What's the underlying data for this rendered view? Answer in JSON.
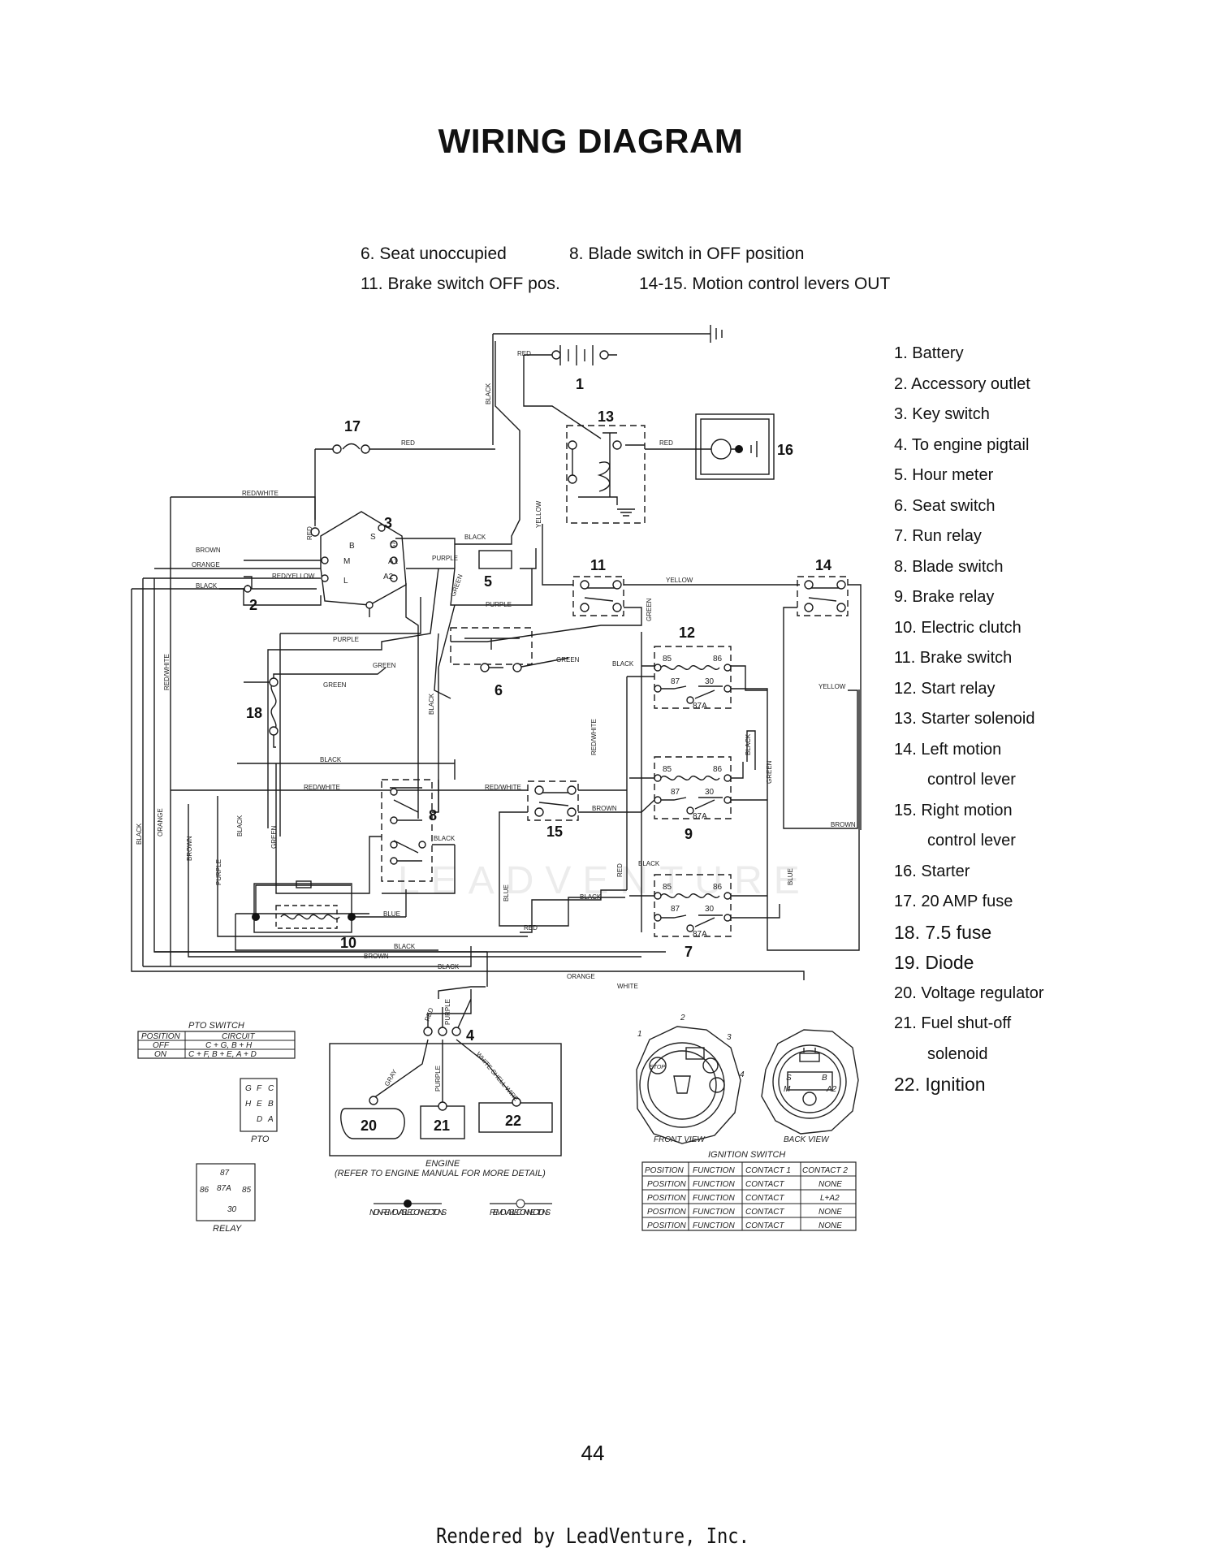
{
  "title": "WIRING DIAGRAM",
  "conditions": [
    "6. Seat unoccupied",
    "8. Blade switch in OFF position",
    "11. Brake switch OFF pos.",
    "14-15. Motion control levers OUT"
  ],
  "legend": [
    {
      "text": "1. Battery"
    },
    {
      "text": "2. Accessory outlet"
    },
    {
      "text": "3. Key switch"
    },
    {
      "text": "4. To engine pigtail"
    },
    {
      "text": "5. Hour meter"
    },
    {
      "text": "6. Seat switch"
    },
    {
      "text": "7. Run relay"
    },
    {
      "text": "8. Blade switch"
    },
    {
      "text": "9. Brake relay"
    },
    {
      "text": "10. Electric clutch"
    },
    {
      "text": "11. Brake switch"
    },
    {
      "text": "12. Start relay"
    },
    {
      "text": "13. Starter solenoid"
    },
    {
      "text": "14. Left motion"
    },
    {
      "text": "control lever",
      "indent": true
    },
    {
      "text": "15. Right motion"
    },
    {
      "text": "control lever",
      "indent": true
    },
    {
      "text": "16. Starter"
    },
    {
      "text": "17. 20 AMP fuse"
    },
    {
      "text": "18. 7.5 fuse",
      "big": true
    },
    {
      "text": "19. Diode",
      "big": true
    },
    {
      "text": "20. Voltage regulator"
    },
    {
      "text": "21. Fuel shut-off"
    },
    {
      "text": "solenoid",
      "indent": true
    },
    {
      "text": "22. Ignition",
      "big": true
    }
  ],
  "component_numbers": [
    "1",
    "2",
    "3",
    "4",
    "5",
    "6",
    "7",
    "8",
    "9",
    "10",
    "11",
    "12",
    "13",
    "14",
    "15",
    "16",
    "17",
    "18",
    "20",
    "21",
    "22"
  ],
  "wires": {
    "red": "RED",
    "red_white": "RED/WHITE",
    "black": "BLACK",
    "brown": "BROWN",
    "orange": "ORANGE",
    "red_yellow": "RED/YELLOW",
    "purple": "PURPLE",
    "green": "GREEN",
    "yellow": "YELLOW",
    "blue": "BLUE",
    "white": "WHITE",
    "gray": "GRAY",
    "white_shell": "WHITE SHELL WIRE"
  },
  "relay_terminals": {
    "t85": "85",
    "t86": "86",
    "t87": "87",
    "t30": "30",
    "t87a": "87A"
  },
  "key_terminals": {
    "b": "B",
    "s": "S",
    "g": "G",
    "m": "M",
    "l": "L",
    "a1": "A1",
    "a2": "A2"
  },
  "pto_switch": {
    "title": "PTO SWITCH",
    "headers": [
      "POSITION",
      "CIRCUIT"
    ],
    "rows": [
      [
        "OFF",
        "C + G, B + H"
      ],
      [
        "ON",
        "C + F, B + E, A + D"
      ]
    ],
    "caption": "PTO",
    "pins": [
      "G",
      "F",
      "C",
      "H",
      "E",
      "B",
      "D",
      "A"
    ]
  },
  "relay_key": {
    "caption": "RELAY",
    "pins": [
      "87",
      "86",
      "87A",
      "85",
      "30"
    ]
  },
  "engine": {
    "label": "ENGINE",
    "note": "(REFER TO ENGINE MANUAL FOR MORE DETAIL)"
  },
  "connections": {
    "non_removable": "NON-REMOVABLE CONNECTIONS",
    "removable": "REMOVABLE CONNECTIONS"
  },
  "ignition_views": {
    "front": "FRONT VIEW",
    "back": "BACK VIEW",
    "stop": "STOP",
    "nums": [
      "1",
      "2",
      "3",
      "4"
    ],
    "back_letters": [
      "S",
      "M",
      "B",
      "A2"
    ]
  },
  "ignition_switch": {
    "title": "IGNITION SWITCH",
    "headers": [
      "POSITION",
      "FUNCTION",
      "CONTACT 1",
      "CONTACT 2"
    ],
    "rows": [
      [
        "POSITION",
        "FUNCTION",
        "CONTACT",
        "NONE"
      ],
      [
        "POSITION",
        "FUNCTION",
        "CONTACT",
        "L+A2"
      ],
      [
        "POSITION",
        "FUNCTION",
        "CONTACT",
        "NONE"
      ],
      [
        "POSITION",
        "FUNCTION",
        "CONTACT",
        "NONE"
      ]
    ]
  },
  "watermark": "LEADVENTURE",
  "page_number": "44",
  "footer": "Rendered by LeadVenture, Inc."
}
